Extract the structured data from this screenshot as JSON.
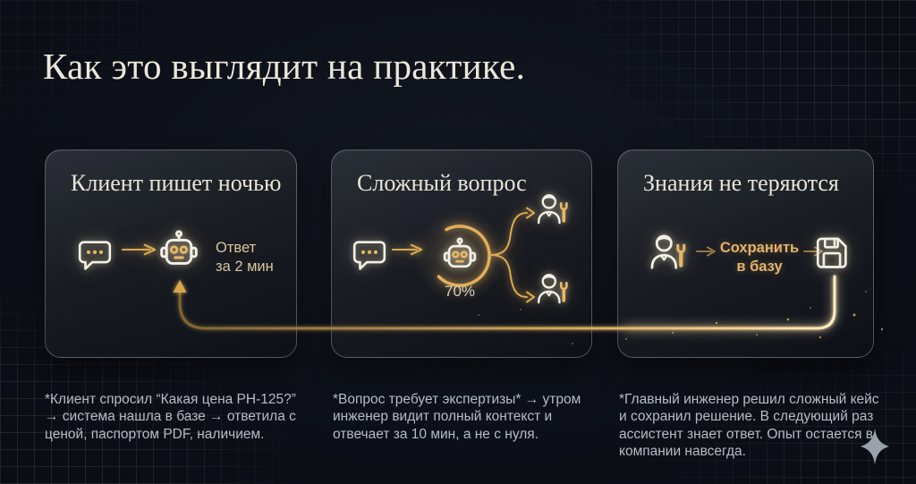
{
  "slide": {
    "title": "Как это выглядит на практике.",
    "cards": [
      {
        "title": "Клиент пишет ночью",
        "label_line1": "Ответ",
        "label_line2": "за 2 мин",
        "footnote": "*Клиент спросил “Какая цена РН-125?” → система нашла в базе → ответила с ценой, паспортом PDF, наличием."
      },
      {
        "title": "Сложный вопрос",
        "percent": "70%",
        "footnote": "*Вопрос требует экспертизы* → утром инженер видит полный контекст и отвечает за 10 мин, а не с нуля."
      },
      {
        "title": "Знания не теряются",
        "label_line1": "Сохранить",
        "label_line2": "в базу",
        "footnote": "*Главный инженер решил сложный кейс и сохранил решение. В следующий раз ассистент знает ответ. Опыт остается в компании навсегда."
      }
    ],
    "icons": {
      "card1": [
        "chat-icon",
        "robot-icon"
      ],
      "card2": [
        "chat-icon",
        "robot-progress-icon",
        "engineer-icon",
        "engineer-icon"
      ],
      "card3": [
        "engineer-icon",
        "floppy-disk-icon"
      ],
      "footer": "sparkle-icon"
    },
    "colors": {
      "background": "#0b0e16",
      "card_border": "#aab0ba",
      "gold": "#d9a851",
      "gold_bright": "#ffedbe",
      "cream_text": "#ece7db",
      "muted_text": "#b7bcc4",
      "metric_text": "#d8c59e",
      "save_text": "#e3b26c"
    }
  }
}
